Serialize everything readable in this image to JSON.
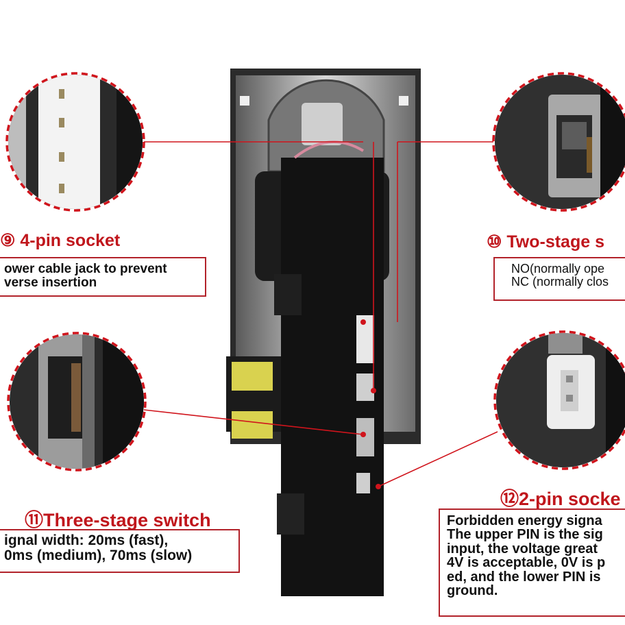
{
  "colors": {
    "accent": "#c0161c",
    "frame": "#b2222a",
    "device_body": "#121212",
    "chrome": "#9a9a9a"
  },
  "callouts": [
    {
      "title": "⑨ 4-pin socket",
      "lines": [
        "ower cable jack to prevent",
        "verse insertion"
      ]
    },
    {
      "title": "⑩ Two-stage s",
      "lines": [
        "NO(normally ope",
        "NC (normally clos"
      ]
    },
    {
      "title": "⑪Three-stage switch",
      "lines": [
        "ignal width: 20ms (fast),",
        "0ms (medium), 70ms (slow)"
      ]
    },
    {
      "title": "⑫2-pin socke",
      "lines": [
        "Forbidden energy signa",
        "The upper PIN is the sig",
        "input, the voltage great",
        "4V is acceptable, 0V is p",
        "ed, and the lower PIN is",
        "ground."
      ]
    }
  ]
}
